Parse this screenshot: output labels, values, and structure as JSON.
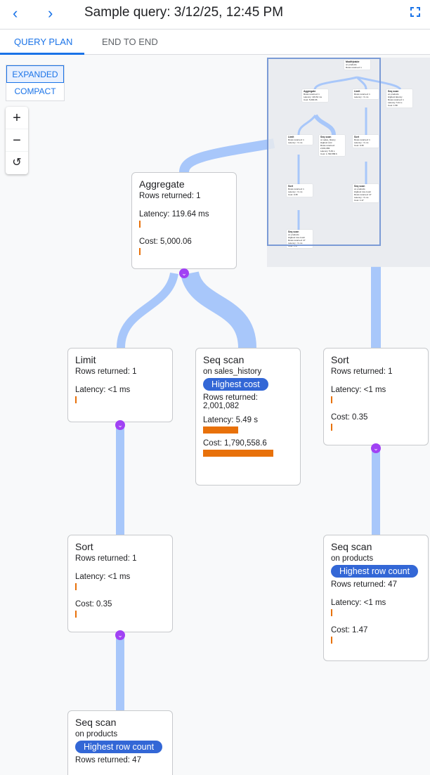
{
  "header": {
    "title": "Sample query: 3/12/25, 12:45 PM",
    "back_icon": "chevron-left-icon",
    "forward_icon": "chevron-right-icon",
    "fullscreen_icon": "fullscreen-icon"
  },
  "tabs": [
    {
      "label": "QUERY PLAN",
      "active": true
    },
    {
      "label": "END TO END",
      "active": false
    }
  ],
  "view_modes": {
    "expanded": "EXPANDED",
    "compact": "COMPACT",
    "selected": "EXPANDED"
  },
  "zoom_controls": {
    "in": "+",
    "out": "−",
    "reset": "↺"
  },
  "colors": {
    "accent": "#1a73e8",
    "bar": "#e8710a",
    "badge": "#3367d6",
    "edge": "#a8c7fa",
    "connector": "#a142f4"
  },
  "nodes": {
    "aggregate": {
      "title": "Aggregate",
      "rows": "Rows returned: 1",
      "latency": "Latency: 119.64 ms",
      "cost": "Cost: 5,000.06"
    },
    "limit": {
      "title": "Limit",
      "rows": "Rows returned: 1",
      "latency": "Latency: <1 ms"
    },
    "seq_sales": {
      "title": "Seq scan",
      "on": "on sales_history",
      "badge": "Highest cost",
      "rows_label": "Rows returned:",
      "rows": "2,001,082",
      "latency": "Latency: 5.49 s",
      "cost": "Cost: 1,790,558.6"
    },
    "sort_right": {
      "title": "Sort",
      "rows": "Rows returned: 1",
      "latency": "Latency: <1 ms",
      "cost": "Cost: 0.35"
    },
    "sort_left": {
      "title": "Sort",
      "rows": "Rows returned: 1",
      "latency": "Latency: <1 ms",
      "cost": "Cost: 0.35"
    },
    "seq_products_right": {
      "title": "Seq scan",
      "on": "on products",
      "badge": "Highest row count",
      "rows": "Rows returned: 47",
      "latency": "Latency: <1 ms",
      "cost": "Cost: 1.47"
    },
    "seq_products_bottom": {
      "title": "Seq scan",
      "on": "on products",
      "badge": "Highest row count",
      "rows": "Rows returned: 47"
    }
  },
  "minimap": {
    "nodes": [
      {
        "title": "Modifytable",
        "lines": [
          "on products",
          "Rows returned: 1"
        ]
      },
      {
        "title": "Aggregate",
        "lines": [
          "Rows returned: 1",
          "Latency: 119.64 ms",
          "Cost: 5,000.06"
        ]
      },
      {
        "title": "Limit",
        "lines": [
          "Rows returned: 1",
          "Latency: <1 ms"
        ]
      },
      {
        "title": "Seq scan",
        "lines": [
          "on products",
          "Highest latency",
          "Rows returned: 1",
          "Latency: 5.41 s",
          "Cost: 1.58"
        ]
      },
      {
        "title": "Limit",
        "lines": [
          "Rows returned: 1",
          "Latency: <1 ms"
        ]
      },
      {
        "title": "Seq scan",
        "lines": [
          "on sales_history",
          "Highest cost",
          "Rows returned: 2,001,082",
          "Latency: 5.49 s",
          "Cost: 1,790,558.6"
        ]
      },
      {
        "title": "Sort",
        "lines": [
          "Rows returned: 1",
          "Latency: <1 ms",
          "Cost: 0.35"
        ]
      },
      {
        "title": "Sort",
        "lines": [
          "Rows returned: 1",
          "Latency: <1 ms",
          "Cost: 0.35"
        ]
      },
      {
        "title": "Seq scan",
        "lines": [
          "on products",
          "Highest row count",
          "Rows returned: 47",
          "Latency: <1 ms",
          "Cost: 1.47"
        ]
      },
      {
        "title": "Seq scan",
        "lines": [
          "on products",
          "Highest row count",
          "Rows returned: 47",
          "Latency: <1 ms",
          "Cost: 1.47"
        ]
      }
    ]
  }
}
